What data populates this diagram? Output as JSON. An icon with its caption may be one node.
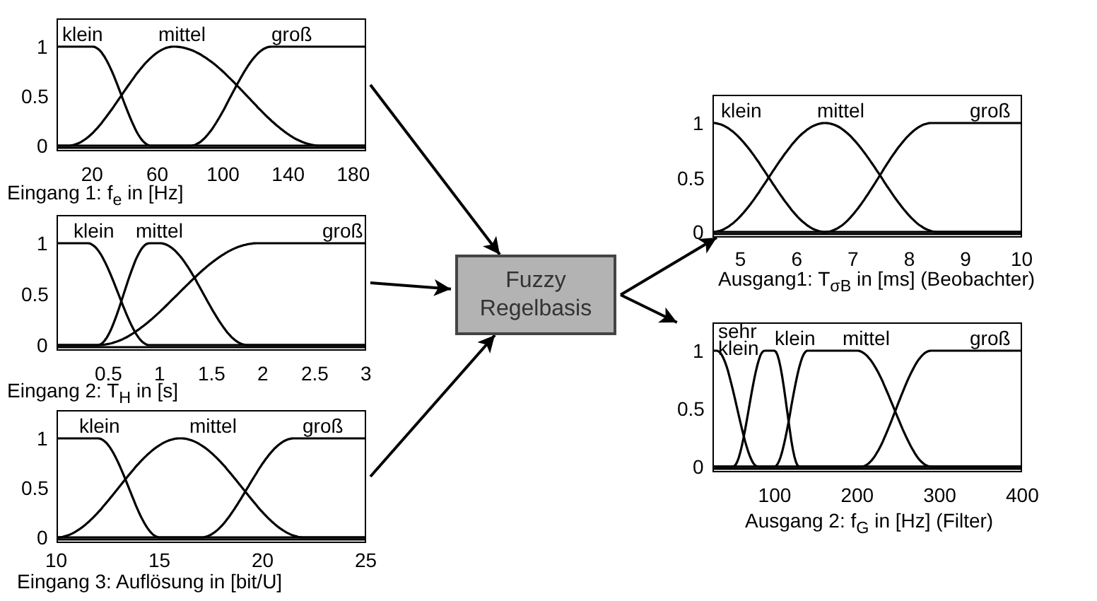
{
  "diagram": {
    "nodes": [
      {
        "text": [
          "klein",
          "mittel",
          "groß"
        ],
        "beside": [
          "1",
          "0.5",
          "0",
          "20",
          "60",
          "100",
          "140",
          "180",
          "Eingang 1: f$_{e}$ in [Hz]"
        ]
      },
      {
        "text": [
          "klein",
          "mittel",
          "groß"
        ],
        "beside": [
          "1",
          "0.5",
          "0",
          "0.5",
          "1",
          "1.5",
          "2",
          "2.5",
          "3",
          "Eingang 2: T$_{H}$ in [s]"
        ]
      },
      {
        "text": [
          "klein",
          "mittel",
          "groß"
        ],
        "beside": [
          "1",
          "0.5",
          "0",
          "10",
          "15",
          "20",
          "25",
          "Eingang 3: Auflösung in [bit/U]"
        ]
      },
      {
        "text": [
          "Fuzzy Regelbasis"
        ]
      },
      {
        "text": [
          "klein",
          "mittel",
          "groß"
        ],
        "beside": [
          "1",
          "0.5",
          "0",
          "5",
          "6",
          "7",
          "8",
          "9",
          "10",
          "Ausgang1: T$_{σB}$ in [ms] (Beobachter)"
        ]
      },
      {
        "text": [
          "sehr klein",
          "klein",
          "mittel",
          "groß"
        ],
        "beside": [
          "1",
          "0.5",
          "0",
          "100",
          "200",
          "300",
          "400",
          "Ausgang 2: f$_{G}$ in [Hz] (Filter)"
        ]
      }
    ],
    "edges": [
      {
        "from": 0,
        "to": 3,
        "arrow": "to"
      },
      {
        "from": 1,
        "to": 3,
        "arrow": "to"
      },
      {
        "from": 2,
        "to": 3,
        "arrow": "to"
      },
      {
        "from": 3,
        "to": 4,
        "arrow": "to"
      },
      {
        "from": 3,
        "to": 5,
        "arrow": "to"
      }
    ]
  }
}
